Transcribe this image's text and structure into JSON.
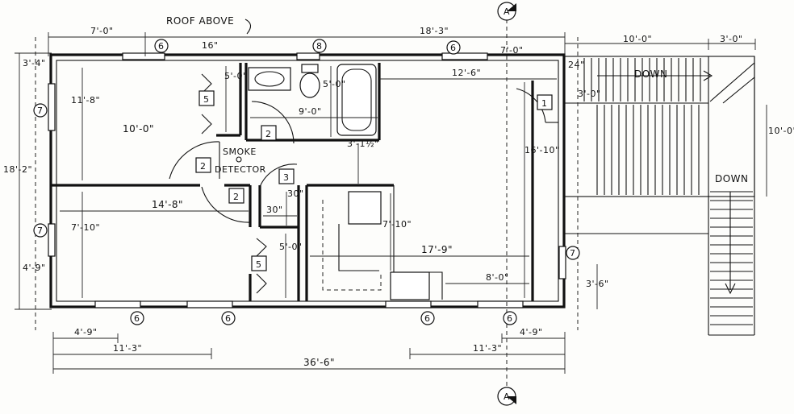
{
  "notes": {
    "roof_above": "ROOF ABOVE",
    "smoke_detector_line1": "SMOKE",
    "smoke_detector_line2": "DETECTOR",
    "down_upper": "DOWN",
    "down_lower": "DOWN"
  },
  "section_markers": {
    "top": "A",
    "bottom": "A"
  },
  "dimensions": {
    "top_left_7_0": "7'-0\"",
    "top_18_3": "18'-3\"",
    "top_16": "16\"",
    "top_7_0_right": "7'-0\"",
    "deck_10_0": "10'-0\"",
    "deck_3_0": "3'-0\"",
    "hall_12_6": "12'-6\"",
    "dim_24": "24\"",
    "dim_3_0": "3'-0\"",
    "closet_5_0_a": "5'-0\"",
    "bath_9_0": "9'-0\"",
    "bath_5_0": "5'-0\"",
    "bed1_10_0": "10'-0\"",
    "bed1_11_8": "11'-8\"",
    "hall_3_1_2": "3'-1½\"",
    "living_16_10": "16'-10\"",
    "stair_10_0": "10'-0\"",
    "bed2_14_8": "14'-8\"",
    "closet_30_a": "30\"",
    "closet_30_b": "30\"",
    "kitchen_7_10_a": "7'-10\"",
    "kitchen_7_10_b": "7'-10\"",
    "closet_5_0_b": "5'-0\"",
    "living_17_9": "17'-9\"",
    "kitchen_8_0": "8'-0\"",
    "left_3_4": "3'-4\"",
    "left_18_2": "18'-2\"",
    "left_4_9": "4'-9\"",
    "right_3_6": "3'-6\"",
    "bottom_4_9_left": "4'-9\"",
    "bottom_11_3_left": "11'-3\"",
    "bottom_4_9_right": "4'-9\"",
    "bottom_11_3_right": "11'-3\"",
    "bottom_36_6": "36'-6\""
  },
  "tags": {
    "door_1": "1",
    "door_2_bath": "2",
    "door_2_hall": "2",
    "door_2_bed2": "2",
    "door_3": "3",
    "closet_5_top": "5",
    "closet_5_bottom": "5"
  },
  "window_tags": {
    "w6_top_left": "6",
    "w8_top": "8",
    "w6_top_right": "6",
    "w7_left_top": "7",
    "w7_left_bottom": "7",
    "w7_right": "7",
    "w6_bottom_1": "6",
    "w6_bottom_2": "6",
    "w6_bottom_3": "6",
    "w6_bottom_4": "6"
  },
  "colors": {
    "ink": "#111111",
    "paper": "#fdfdfb"
  }
}
